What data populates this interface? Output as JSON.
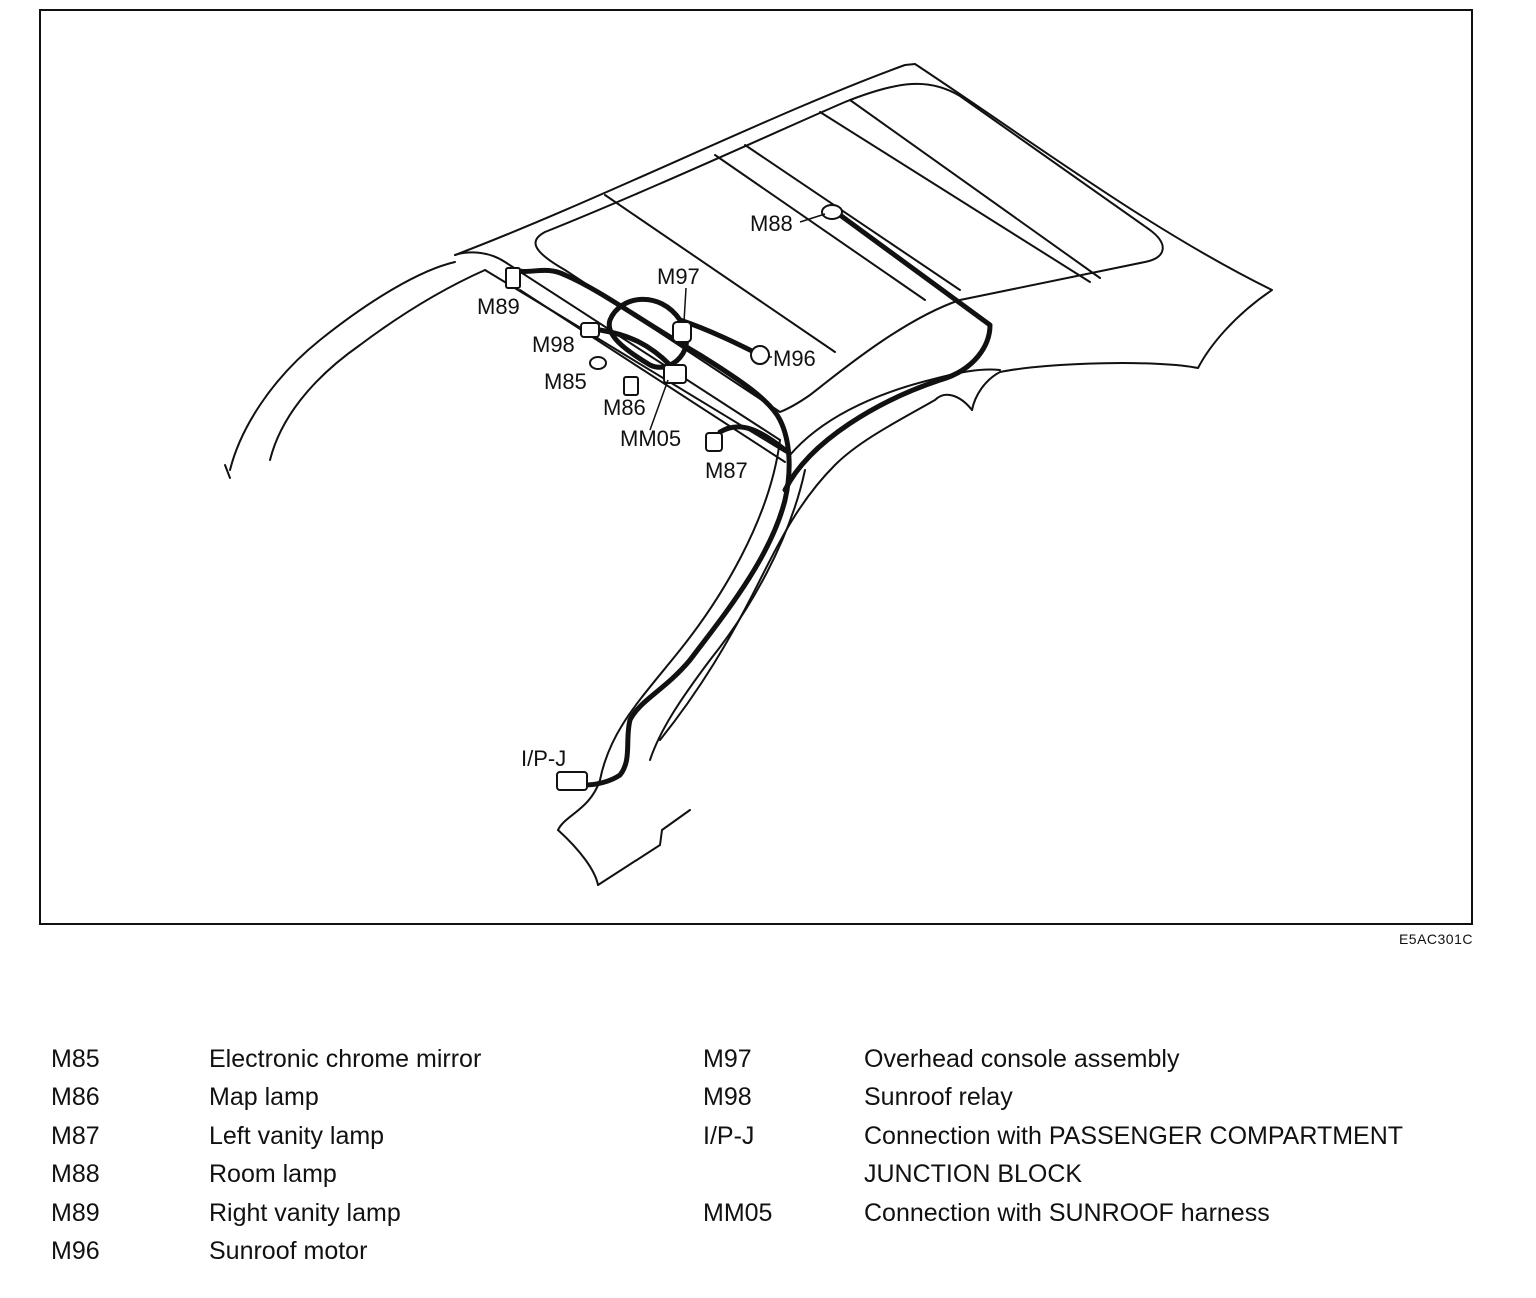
{
  "diagram": {
    "callouts": {
      "m88": "M88",
      "m97": "M97",
      "m89": "M89",
      "m98": "M98",
      "m96": "M96",
      "m85": "M85",
      "m86": "M86",
      "mm05": "MM05",
      "m87": "M87",
      "ipj": "I/P-J"
    },
    "figure_code": "E5AC301C"
  },
  "legend": {
    "left": [
      {
        "code": "M85",
        "desc": "Electronic chrome mirror"
      },
      {
        "code": "M86",
        "desc": "Map lamp"
      },
      {
        "code": "M87",
        "desc": "Left vanity lamp"
      },
      {
        "code": "M88",
        "desc": "Room lamp"
      },
      {
        "code": "M89",
        "desc": "Right vanity lamp"
      },
      {
        "code": "M96",
        "desc": "Sunroof motor"
      }
    ],
    "right": [
      {
        "code": "M97",
        "desc": "Overhead console assembly"
      },
      {
        "code": "M98",
        "desc": "Sunroof relay"
      },
      {
        "code": "I/P-J",
        "desc": "Connection with PASSENGER COMPARTMENT"
      },
      {
        "code": "",
        "desc": "JUNCTION BLOCK"
      },
      {
        "code": "MM05",
        "desc": "Connection with SUNROOF harness"
      }
    ]
  }
}
